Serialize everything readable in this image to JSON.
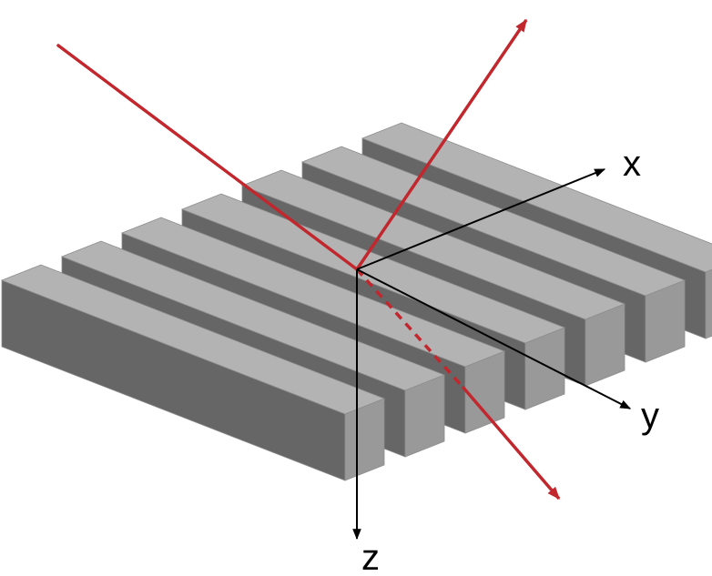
{
  "axes": {
    "x_label": "x",
    "y_label": "y",
    "z_label": "z"
  },
  "bars": {
    "count": 7
  },
  "colors": {
    "ray": "#c1272d",
    "axis": "#000000",
    "bar_top": "#b3b3b3",
    "bar_side": "#666666",
    "bar_end": "#999999",
    "bar_edge": "#8c8c8c"
  }
}
